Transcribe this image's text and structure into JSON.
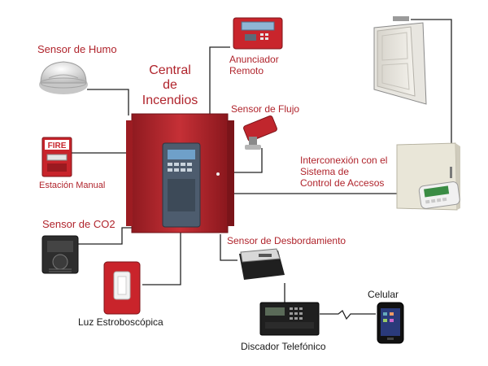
{
  "title": [
    "Central",
    "de",
    "Incendios"
  ],
  "labels": {
    "smoke": "Sensor de Humo",
    "annunciator": [
      "Anunciador",
      "Remoto"
    ],
    "flow": "Sensor de Flujo",
    "access": [
      "Interconexión con el",
      "Sistema de",
      "Control de Accesos"
    ],
    "manual": "Estación Manual",
    "co2": "Sensor de CO2",
    "overflow": "Sensor de Desbordamiento",
    "strobe": "Luz Estroboscópica",
    "cell": "Celular",
    "dialer": "Discador Telefónico"
  },
  "device_text": {
    "fire_sign": "FIRE"
  },
  "colors": {
    "label_red": "#b0242c",
    "label_dark": "#1a1a1a",
    "panel_red": "#b3262c",
    "panel_red_dark": "#7e151a",
    "line": "#222222",
    "screen": "#3d6ea3"
  },
  "icons": [
    "smoke-detector-icon",
    "annunciator-icon",
    "flow-switch-icon",
    "door-icon",
    "access-keypad-icon",
    "pull-station-icon",
    "co2-sensor-icon",
    "strobe-light-icon",
    "overflow-sensor-icon",
    "phone-dialer-icon",
    "cellphone-icon",
    "fire-panel-icon"
  ]
}
